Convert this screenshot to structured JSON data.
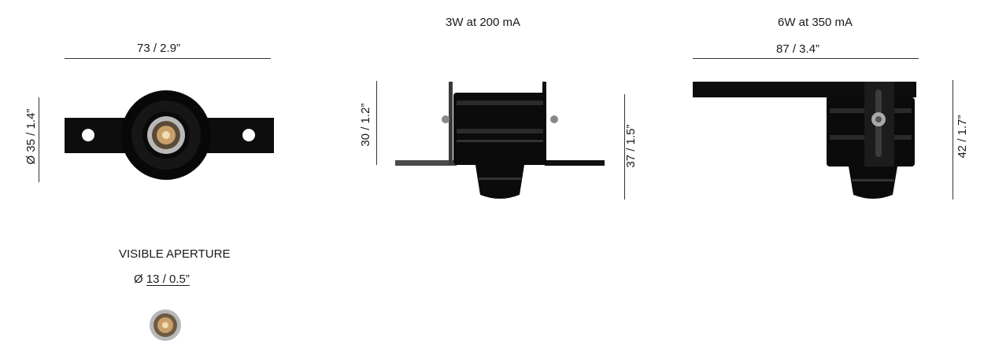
{
  "top_view": {
    "width_dim": "73 / 2.9”",
    "diameter_dim": "Ø 35 / 1.4”"
  },
  "side_3w": {
    "title": "3W at 200 mA",
    "height_a": "30 / 1.2”",
    "height_b": "37 / 1.5”"
  },
  "side_6w": {
    "title": "6W at 350 mA",
    "width_dim": "87 / 3.4”",
    "height_dim": "42 / 1.7”"
  },
  "aperture": {
    "title": "VISIBLE APERTURE",
    "prefix": "Ø",
    "dim": "13 / 0.5”"
  }
}
